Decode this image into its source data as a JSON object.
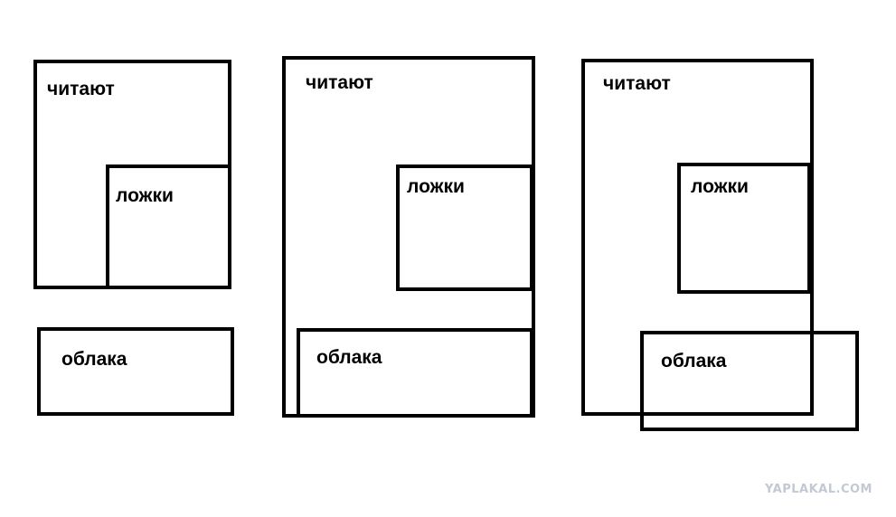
{
  "labels": {
    "read": "читают",
    "spoons": "ложки",
    "clouds": "облака"
  },
  "watermark": "YAPLAKAL.COM",
  "colors": {
    "stroke": "#000000",
    "background": "#ffffff",
    "watermark": "#c3c9d2"
  }
}
